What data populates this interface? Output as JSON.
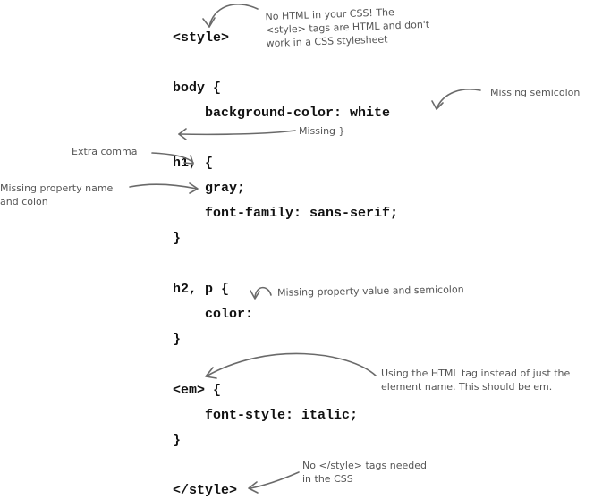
{
  "code_lines": [
    "<style>",
    "body {",
    "    background-color: white",
    "h1, {",
    "    gray;",
    "    font-family: sans-serif;",
    "}",
    "h2, p {",
    "    color:",
    "}",
    "<em> {",
    "    font-style: italic;",
    "}",
    "</style>"
  ],
  "annotations": {
    "no_html_in_css": "No HTML in your CSS! The\n<style> tags are HTML and don't\nwork in a CSS stylesheet",
    "missing_semicolon": "Missing semicolon",
    "missing_brace": "Missing }",
    "extra_comma": "Extra comma",
    "missing_property_name": "Missing property name\nand colon",
    "missing_property_value": "Missing property value and semicolon",
    "html_tag_instead": "Using the HTML tag instead of just the\nelement name. This should be em.",
    "no_style_tags": "No </style> tags needed\nin the CSS"
  }
}
